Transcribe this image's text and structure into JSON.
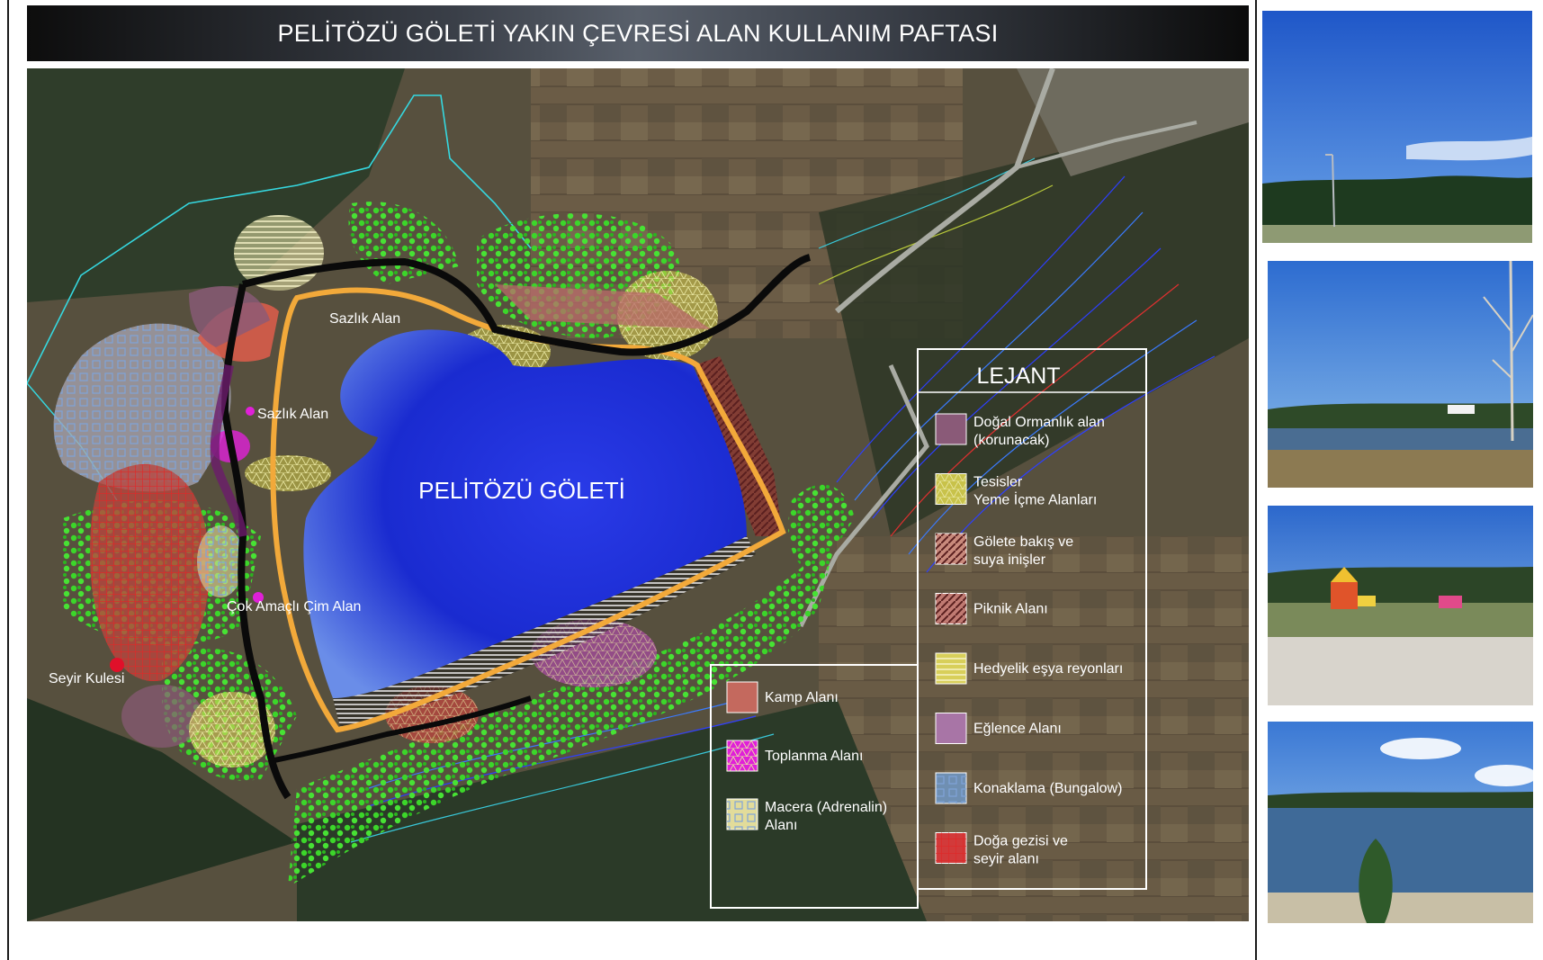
{
  "title": "PELİTÖZÜ GÖLETİ YAKIN ÇEVRESİ ALAN KULLANIM PAFTASI",
  "map": {
    "lake_label": "PELİTÖZÜ GÖLETİ",
    "labels": {
      "sazlik_1": "Sazlık Alan",
      "sazlik_2": "Sazlık Alan",
      "cim_alan": "Çok Amaçlı Çim Alan",
      "seyir_kulesi": "Seyir Kulesi"
    }
  },
  "legend": {
    "title": "LEJANT",
    "right_column": [
      {
        "line1": "Doğal Ormanlık alan",
        "line2": "(korunacak)",
        "swatch": "#8a5a78",
        "pattern": "none"
      },
      {
        "line1": "Tesisler",
        "line2": "Yeme İçme Alanları",
        "swatch": "#c8c24a",
        "pattern": "dots"
      },
      {
        "line1": "Gölete bakış ve",
        "line2": "suya inişler",
        "swatch": "#c98a7c",
        "pattern": "diag"
      },
      {
        "line1": "Piknik Alanı",
        "line2": "",
        "swatch": "#c07a72",
        "pattern": "diag"
      },
      {
        "line1": "Hedyelik eşya reyonları",
        "line2": "",
        "swatch": "#d8cf5a",
        "pattern": "hlines"
      },
      {
        "line1": "Eğlence Alanı",
        "line2": "",
        "swatch": "#a875a6",
        "pattern": "none"
      },
      {
        "line1": "Konaklama (Bungalow)",
        "line2": "",
        "swatch": "#6f8fb2",
        "pattern": "grid"
      },
      {
        "line1": "Doğa gezisi ve",
        "line2": "seyir alanı",
        "swatch": "#d23a3a",
        "pattern": "redgrid"
      }
    ],
    "left_column": [
      {
        "line1": "Kamp Alanı",
        "line2": "",
        "swatch": "#c4695e",
        "pattern": "none"
      },
      {
        "line1": "Toplanma Alanı",
        "line2": "",
        "swatch": "#e020d8",
        "pattern": "dots"
      },
      {
        "line1": "Macera (Adrenalin)",
        "line2": "Alanı",
        "swatch": "#e2dc9a",
        "pattern": "grid"
      }
    ]
  },
  "colors": {
    "lake": "#1a2bd6",
    "forest_green": "#3cd62a",
    "path_orange": "#f2a93a",
    "road_black": "#0a0a0a"
  }
}
